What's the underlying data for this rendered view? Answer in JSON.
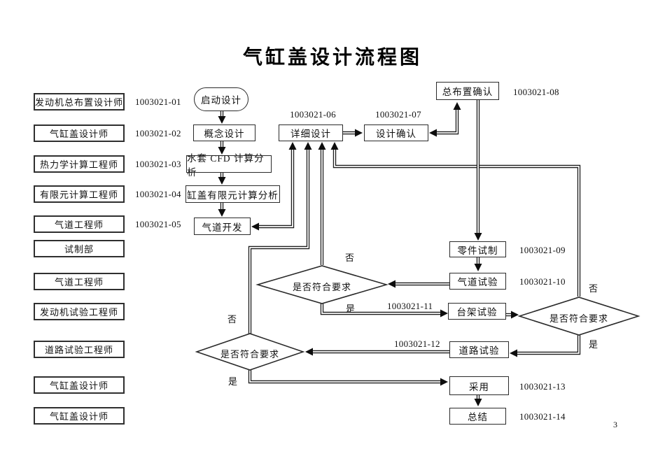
{
  "title": "气缸盖设计流程图",
  "page_number": "3",
  "roles": [
    {
      "label": "发动机总布置设计师",
      "code": "1003021-01"
    },
    {
      "label": "气缸盖设计师",
      "code": "1003021-02"
    },
    {
      "label": "热力学计算工程师",
      "code": "1003021-03"
    },
    {
      "label": "有限元计算工程师",
      "code": "1003021-04"
    },
    {
      "label": "气道工程师",
      "code": "1003021-05"
    },
    {
      "label": "试制部",
      "code": ""
    },
    {
      "label": "气道工程师",
      "code": ""
    },
    {
      "label": "发动机试验工程师",
      "code": ""
    },
    {
      "label": "道路试验工程师",
      "code": ""
    },
    {
      "label": "气缸盖设计师",
      "code": ""
    },
    {
      "label": "气缸盖设计师",
      "code": ""
    }
  ],
  "nodes": {
    "start": {
      "label": "启动设计"
    },
    "concept": {
      "label": "概念设计"
    },
    "cfd": {
      "label": "水套 CFD 计算分析"
    },
    "fea": {
      "label": "缸盖有限元计算分析"
    },
    "port_dev": {
      "label": "气道开发"
    },
    "detail": {
      "label": "详细设计",
      "code": "1003021-06"
    },
    "design_confirm": {
      "label": "设计确认",
      "code": "1003021-07"
    },
    "layout_confirm": {
      "label": "总布置确认",
      "code": "1003021-08"
    },
    "prototype": {
      "label": "零件试制",
      "code": "1003021-09"
    },
    "port_test": {
      "label": "气道试验",
      "code": "1003021-10"
    },
    "bench_test": {
      "label": "台架试验",
      "code": "1003021-11"
    },
    "road_test": {
      "label": "道路试验",
      "code": "1003021-12"
    },
    "adopt": {
      "label": "采用",
      "code": "1003021-13"
    },
    "summary": {
      "label": "总结",
      "code": "1003021-14"
    }
  },
  "decisions": {
    "port": {
      "label": "是否符合要求",
      "no": "否",
      "yes": "是"
    },
    "road": {
      "label": "是否符合要求",
      "no": "否",
      "yes": "是"
    },
    "bench": {
      "label": "是否符合要求",
      "no": "否",
      "yes": "是"
    }
  }
}
